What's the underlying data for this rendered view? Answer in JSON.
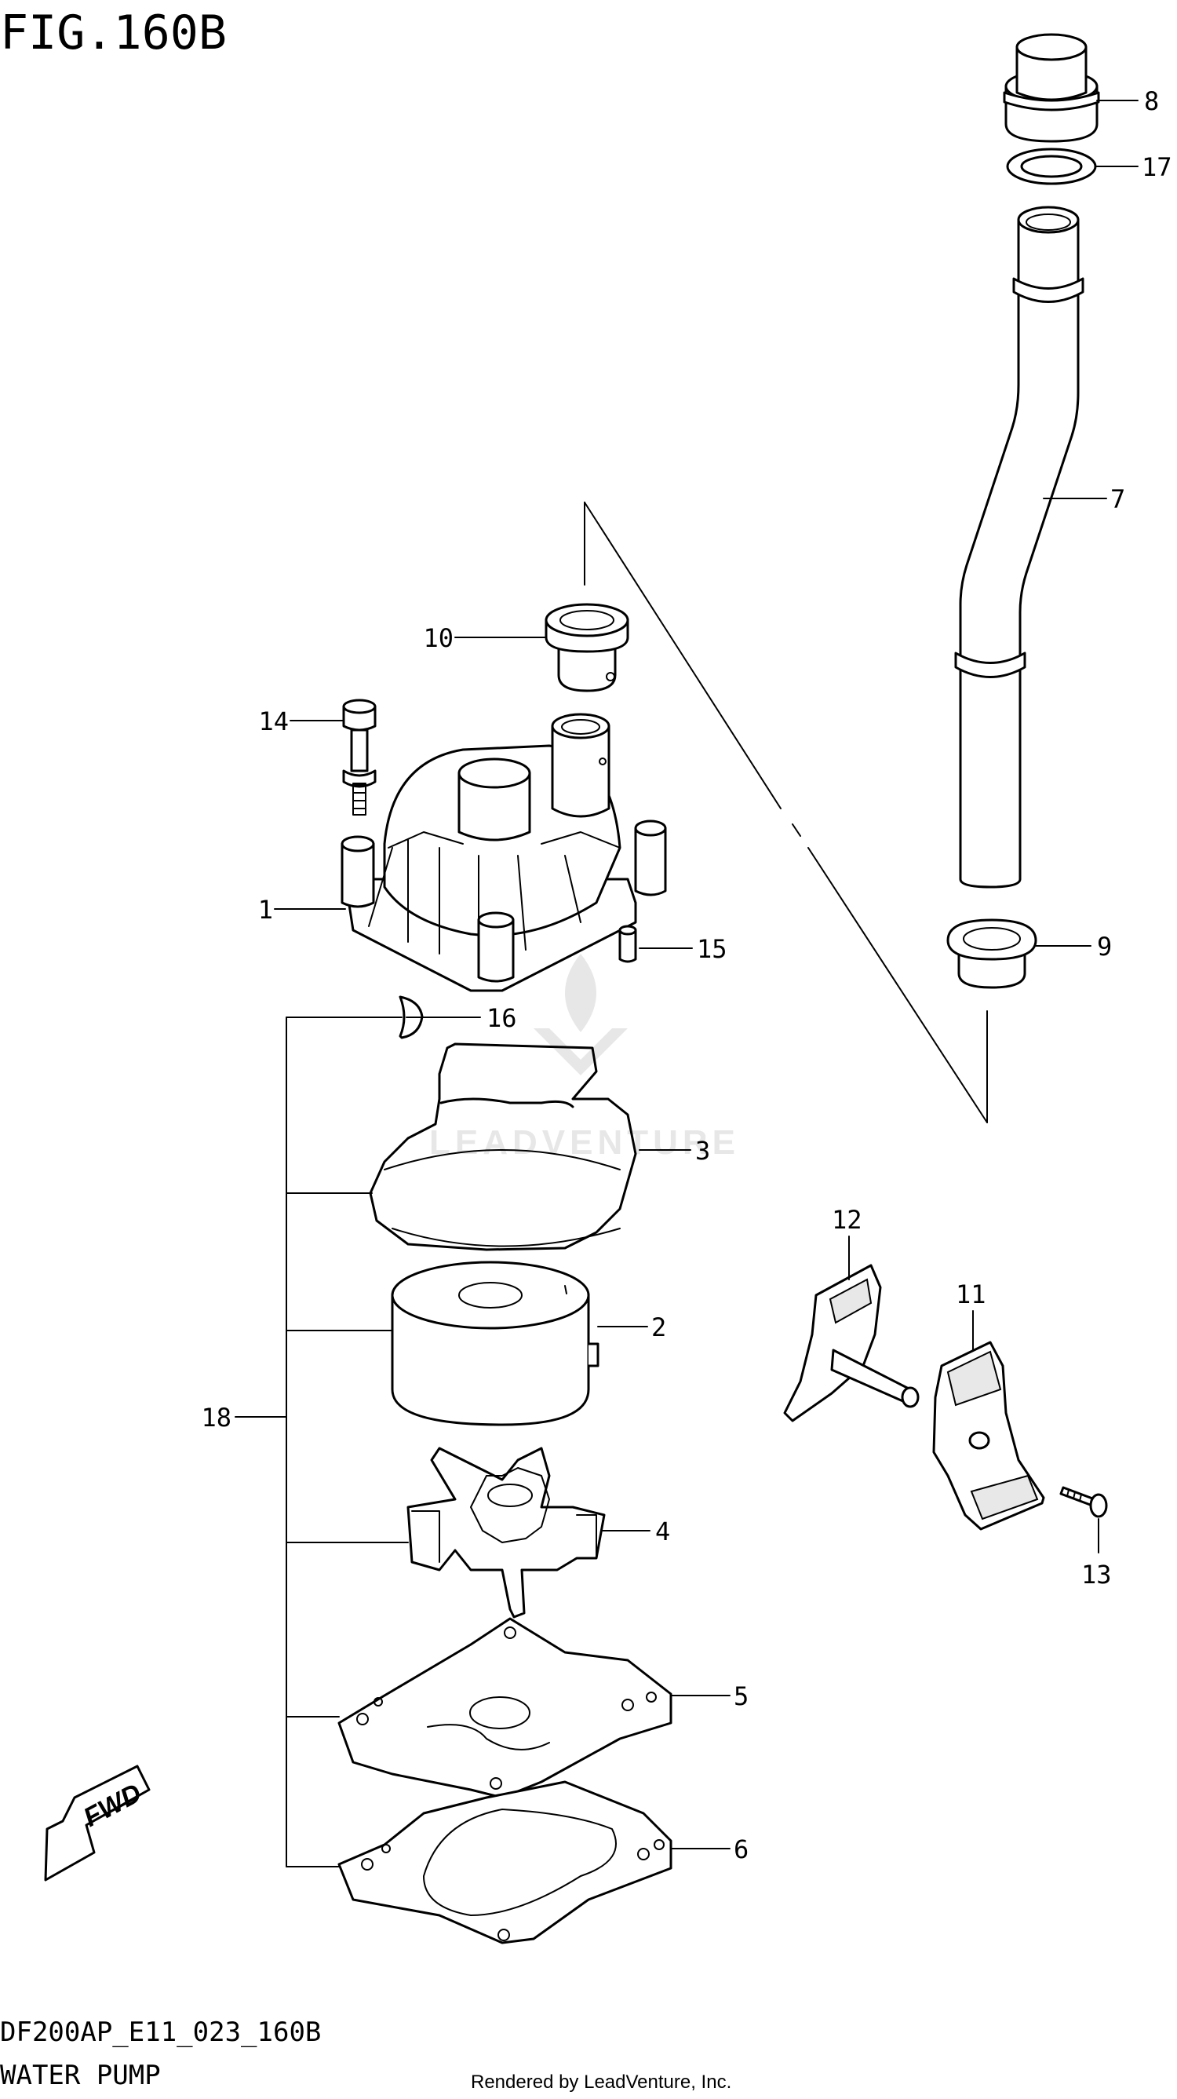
{
  "figure": {
    "title": "FIG.160B",
    "code": "DF200AP_E11_023_160B",
    "caption": "WATER PUMP",
    "rendered_by": "Rendered by LeadVenture, Inc.",
    "watermark": "LEADVENTURE",
    "fwd_label": "FWD"
  },
  "callouts": {
    "c1": "1",
    "c2": "2",
    "c3": "3",
    "c4": "4",
    "c5": "5",
    "c6": "6",
    "c7": "7",
    "c8": "8",
    "c9": "9",
    "c10": "10",
    "c11": "11",
    "c12": "12",
    "c13": "13",
    "c14": "14",
    "c15": "15",
    "c16": "16",
    "c17": "17",
    "c18": "18"
  }
}
